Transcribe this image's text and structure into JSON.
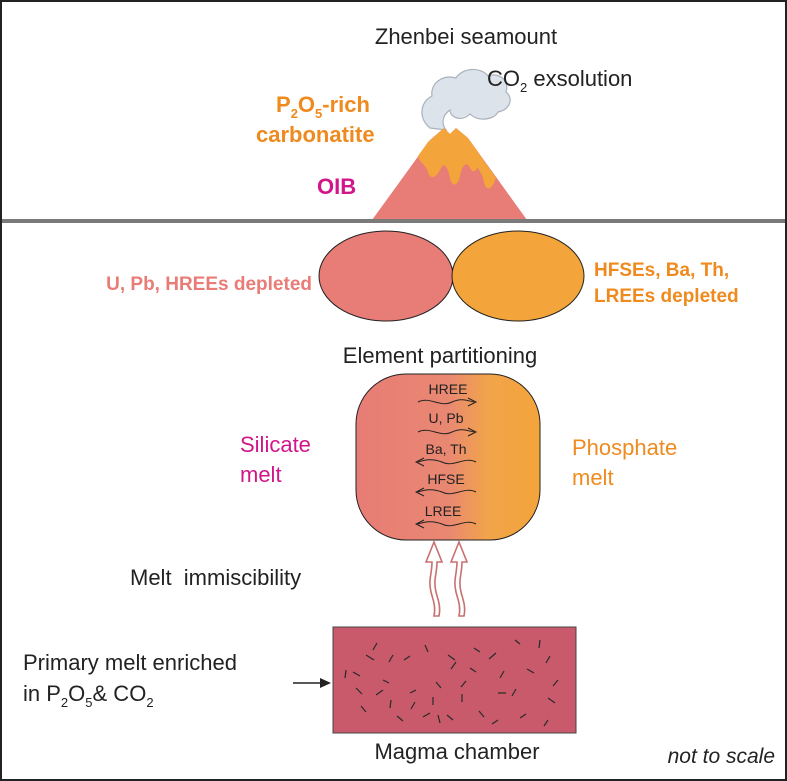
{
  "title": "Zhenbei seamount",
  "volcano": {
    "co2_label_main": "CO",
    "co2_label_sub": "2",
    "co2_label_tail": " exsolution",
    "carbonatite_line1_p": "P",
    "carbonatite_line1_sub2": "2",
    "carbonatite_line1_o": "O",
    "carbonatite_line1_sub5": "5",
    "carbonatite_line1_tail": "-rich",
    "carbonatite_line2": "carbonatite",
    "oib_label": "OIB"
  },
  "droplets": {
    "left_label": "U, Pb, HREEs depleted",
    "right_label_line1": "HFSEs, Ba, Th,",
    "right_label_line2": "LREEs depleted"
  },
  "partitioning": {
    "title": "Element partitioning",
    "silicate_line1": "Silicate",
    "silicate_line2": "melt",
    "phosphate_line1": "Phosphate",
    "phosphate_line2": "melt",
    "elements": [
      "HREE",
      "U, Pb",
      "Ba, Th",
      "HFSE",
      "LREE"
    ]
  },
  "immiscibility_label": "Melt  immiscibility",
  "chamber": {
    "label": "Magma chamber",
    "primary_line1": "Primary melt enriched",
    "primary_line2_a": "in P",
    "primary_line2_sub2": "2",
    "primary_line2_o": "O",
    "primary_line2_sub5": "5",
    "primary_line2_b": "& CO",
    "primary_line2_sub2b": "2"
  },
  "scale_note": "not to scale",
  "colors": {
    "silicate": "#e87c76",
    "phosphate": "#f3a43a",
    "magenta_text": "#d0168a",
    "orange_text": "#ef8a1e",
    "salmon_text": "#e97c76",
    "chamber": "#c85a6c",
    "divider": "#7a7a7a"
  }
}
